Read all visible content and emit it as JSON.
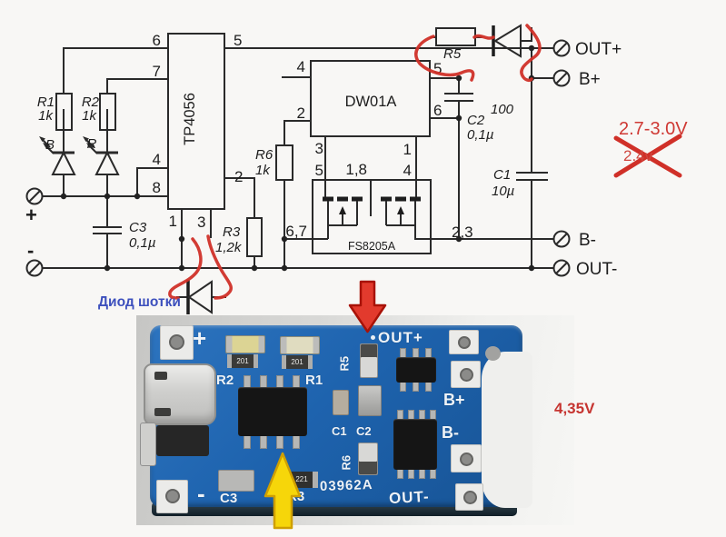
{
  "schematic": {
    "tp4056": {
      "label": "TP4056",
      "pins": {
        "p6": "6",
        "p7": "7",
        "p5": "5",
        "p4": "4",
        "p8": "8",
        "p1": "1",
        "p3": "3",
        "p2": "2"
      }
    },
    "dw01a": {
      "label": "DW01A",
      "pins": {
        "p4": "4",
        "p2": "2",
        "p5": "5",
        "p6": "6",
        "p3": "3",
        "p1": "1"
      }
    },
    "fs8205a": {
      "label": "FS8205A",
      "pins": {
        "p5": "5",
        "p18": "1,8",
        "p4": "4",
        "p67": "6,7",
        "p23": "2,3"
      }
    },
    "r1": {
      "name": "R1",
      "value": "1k"
    },
    "r2": {
      "name": "R2",
      "value": "1k"
    },
    "r3": {
      "name": "R3",
      "value": "1,2k"
    },
    "r5": {
      "name": "R5"
    },
    "r6": {
      "name": "R6",
      "value": "1k"
    },
    "c1": {
      "name": "C1",
      "value": "10µ"
    },
    "c2": {
      "name": "C2",
      "value": "0,1µ",
      "marking": "100"
    },
    "c3": {
      "name": "C3",
      "value": "0,1µ"
    },
    "led_blue": "B",
    "led_red": "R",
    "term_plus": "+",
    "term_minus": "-",
    "out_plus": "OUT+",
    "b_plus": "B+",
    "b_minus": "B-",
    "out_minus": "OUT-"
  },
  "annotations": {
    "voltage_range": "2.7-3.0V",
    "crossed_value": "2.4v",
    "charge_voltage": "4,35V",
    "schottky_label": "Диод шотки"
  },
  "pcb": {
    "plus": "+",
    "minus": "-",
    "r1": "R1",
    "r2": "R2",
    "r3": "R3",
    "r5": "R5",
    "r6": "R6",
    "c1": "C1",
    "c2": "C2",
    "c3": "C3",
    "board_id": "03962A",
    "out_plus": "OUT+",
    "b_plus": "B+",
    "b_minus": "B-",
    "out_minus": "OUT-",
    "res_marking": "201",
    "r3_marking": "221"
  },
  "colors": {
    "annotation_red": "#d03028",
    "note_blue": "#3d50bd",
    "board_blue": "#1e63ae"
  }
}
